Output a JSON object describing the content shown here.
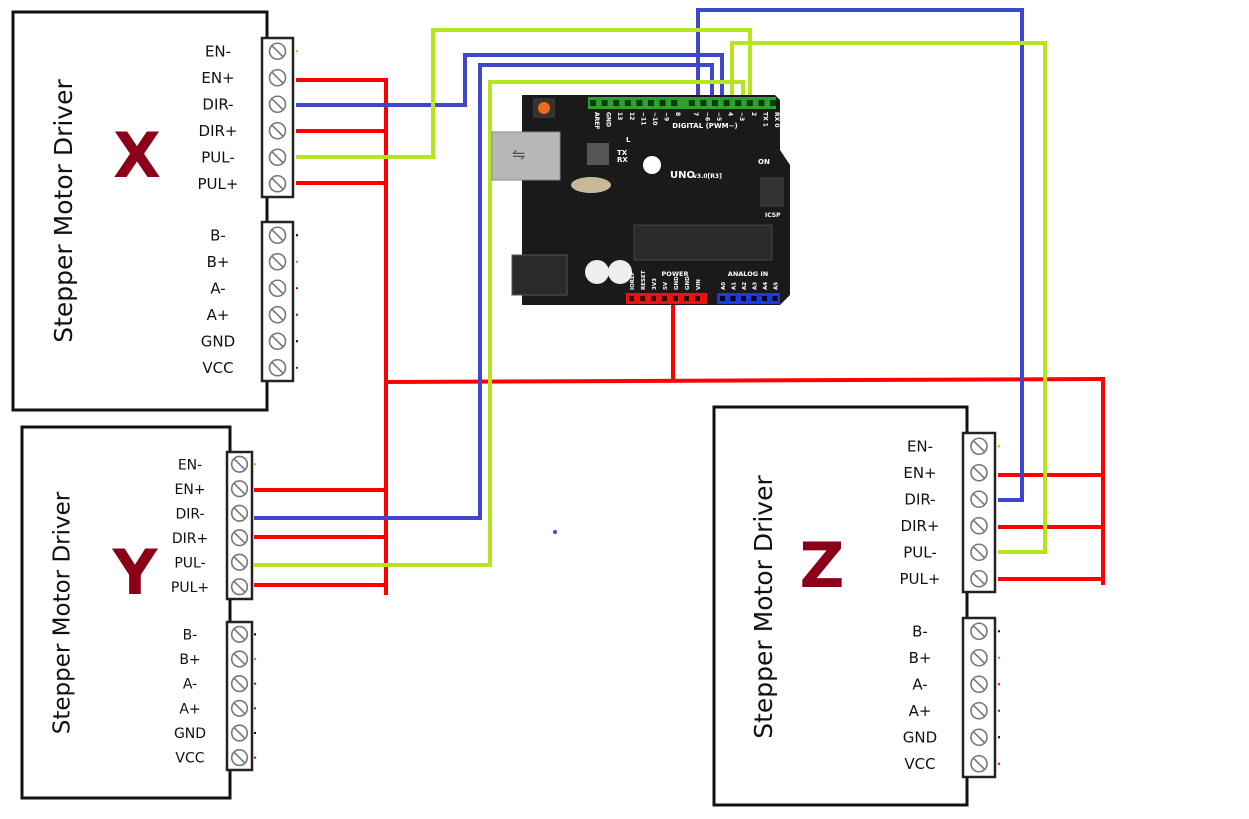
{
  "drivers": [
    {
      "id": "x",
      "title": "Stepper Motor Driver",
      "axis": "X",
      "control_pins": [
        "EN-",
        "EN+",
        "DIR-",
        "DIR+",
        "PUL-",
        "PUL+"
      ],
      "power_pins": [
        "B-",
        "B+",
        "A-",
        "A+",
        "GND",
        "VCC"
      ]
    },
    {
      "id": "y",
      "title": "Stepper Motor Driver",
      "axis": "Y",
      "control_pins": [
        "EN-",
        "EN+",
        "DIR-",
        "DIR+",
        "PUL-",
        "PUL+"
      ],
      "power_pins": [
        "B-",
        "B+",
        "A-",
        "A+",
        "GND",
        "VCC"
      ]
    },
    {
      "id": "z",
      "title": "Stepper Motor Driver",
      "axis": "Z",
      "control_pins": [
        "EN-",
        "EN+",
        "DIR-",
        "DIR+",
        "PUL-",
        "PUL+"
      ],
      "power_pins": [
        "B-",
        "B+",
        "A-",
        "A+",
        "GND",
        "VCC"
      ]
    }
  ],
  "arduino": {
    "digital_pins": [
      "AREF",
      "GND",
      "13",
      "12",
      "~11",
      "~10",
      "~9",
      "8",
      "7",
      "~6",
      "~5",
      "4",
      "~3",
      "2",
      "TX 1",
      "RX 0"
    ],
    "digital_header": "DIGITAL (PWM~)",
    "led_l": "L",
    "led_tx": "TX",
    "led_rx": "RX",
    "led_on": "ON",
    "icsp": "ICSP",
    "model": "UNO",
    "version": "v3.0[R3]",
    "power_header": "POWER",
    "power_pins": [
      "IOREF",
      "RESET",
      "3V3",
      "5V",
      "GND",
      "GND",
      "VIN"
    ],
    "analog_header": "ANALOG IN",
    "analog_pins": [
      "A0",
      "A1",
      "A2",
      "A3",
      "A4",
      "A5"
    ]
  },
  "colors": {
    "axis_letter": "#8b0018",
    "wire_power": "#ff0000",
    "wire_dir": "#3f48cc",
    "wire_pul": "#b5e61d",
    "board": "#1a1a1a",
    "header_digital": "#2ea02e",
    "header_power": "#e11",
    "header_analog": "#1a3ae6"
  }
}
